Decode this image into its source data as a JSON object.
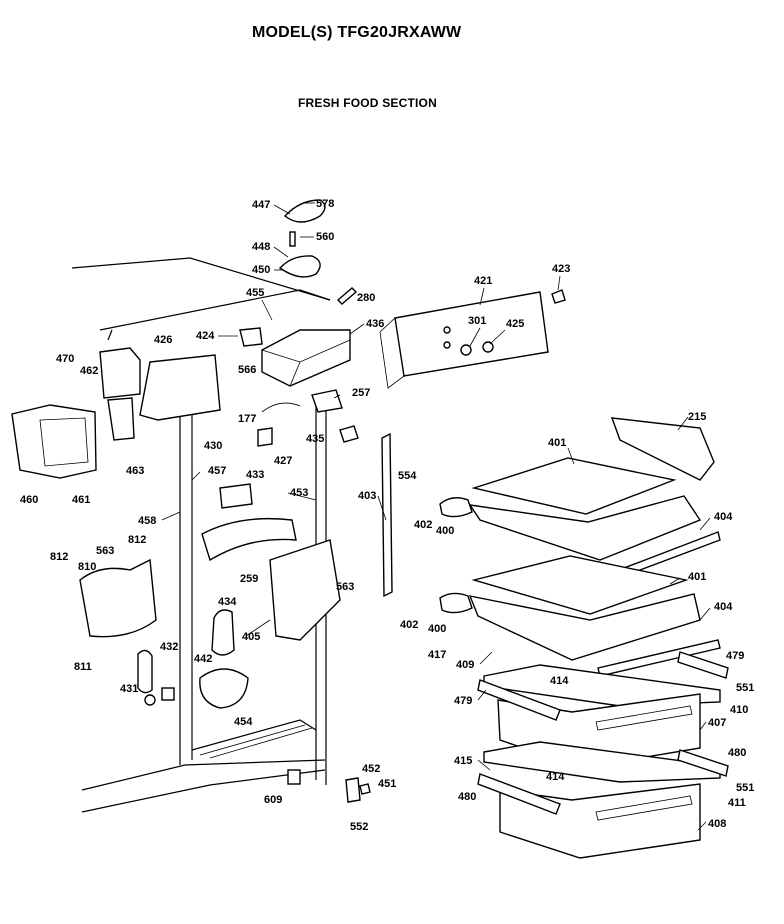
{
  "header": {
    "model": "MODEL(S) TFG20JRXAWW",
    "section": "FRESH FOOD SECTION"
  },
  "labels": {
    "p447": "447",
    "p578": "578",
    "p560": "560",
    "p448": "448",
    "p450": "450",
    "p280": "280",
    "p455": "455",
    "p421": "421",
    "p423": "423",
    "p426": "426",
    "p424": "424",
    "p436": "436",
    "p301": "301",
    "p425": "425",
    "p470": "470",
    "p462": "462",
    "p566": "566",
    "p257": "257",
    "p177": "177",
    "p435": "435",
    "p215": "215",
    "p460": "460",
    "p461": "461",
    "p463": "463",
    "p430": "430",
    "p427": "427",
    "p457": "457",
    "p433": "433",
    "p453": "453",
    "p403": "403",
    "p554": "554",
    "p401a": "401",
    "p458": "458",
    "p402a": "402",
    "p400a": "400",
    "p404a": "404",
    "p812a": "812",
    "p563a": "563",
    "p812b": "812",
    "p810": "810",
    "p259": "259",
    "p563b": "563",
    "p401b": "401",
    "p434": "434",
    "p405": "405",
    "p402b": "402",
    "p400b": "400",
    "p404b": "404",
    "p432": "432",
    "p442": "442",
    "p811": "811",
    "p417": "417",
    "p409": "409",
    "p479a": "479",
    "p431": "431",
    "p414a": "414",
    "p551a": "551",
    "p479b": "479",
    "p410": "410",
    "p454": "454",
    "p407": "407",
    "p480a": "480",
    "p415": "415",
    "p452": "452",
    "p414b": "414",
    "p551b": "551",
    "p451": "451",
    "p609": "609",
    "p480b": "480",
    "p411": "411",
    "p552": "552",
    "p408": "408"
  }
}
